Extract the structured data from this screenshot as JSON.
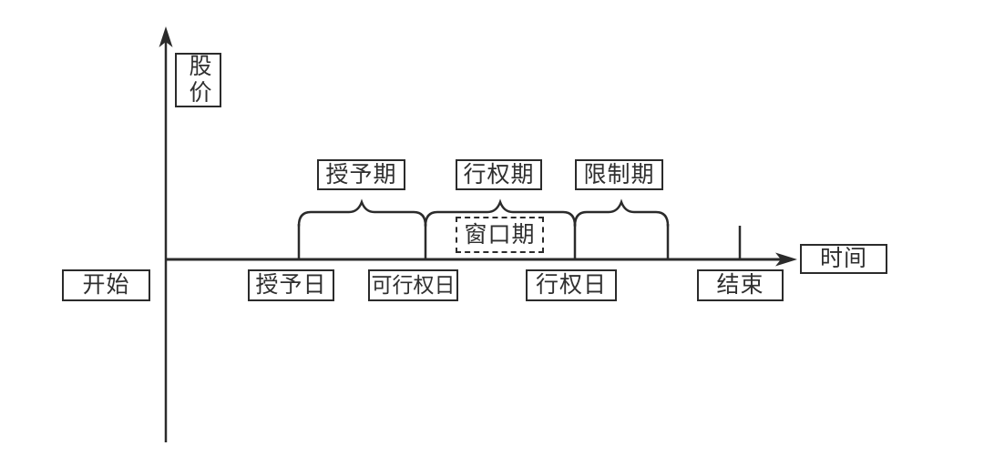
{
  "diagram": {
    "title_semantic": "stock-option-lifecycle-timeline",
    "axes": {
      "y_label": "股价",
      "x_label": "时间"
    },
    "periods": {
      "grant": "授予期",
      "exercise": "行权期",
      "restriction": "限制期",
      "window": "窗口期"
    },
    "timeline": {
      "start": "开始",
      "grant_date": "授予日",
      "exercisable_date": "可行权日",
      "exercise_date": "行权日",
      "end": "结束"
    },
    "colors": {
      "line": "#2b2b2b",
      "text": "#2f2f2f",
      "background": "#ffffff"
    }
  }
}
